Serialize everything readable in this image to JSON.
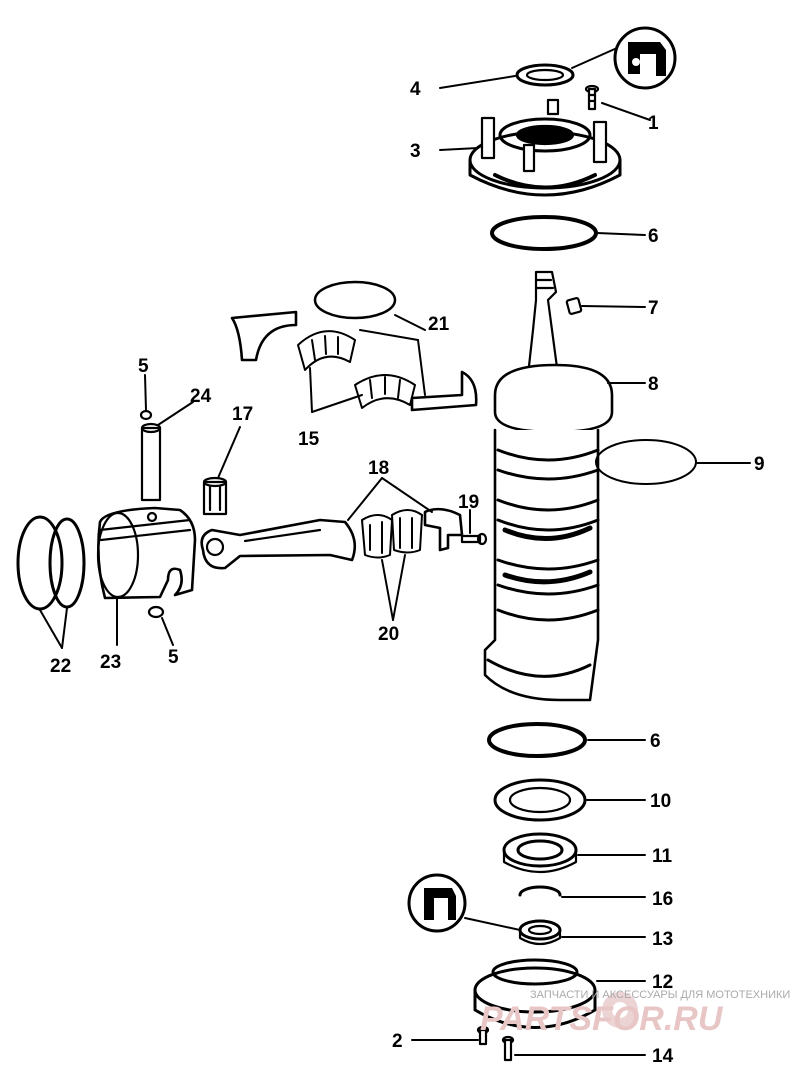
{
  "callouts": {
    "n1": "1",
    "n2": "2",
    "n3": "3",
    "n4": "4",
    "n5a": "5",
    "n5b": "5",
    "n6a": "6",
    "n6b": "6",
    "n7": "7",
    "n8": "8",
    "n9": "9",
    "n10": "10",
    "n11": "11",
    "n12": "12",
    "n13": "13",
    "n14": "14",
    "n15": "15",
    "n16": "16",
    "n17": "17",
    "n18": "18",
    "n19": "19",
    "n20": "20",
    "n21": "21",
    "n22": "22",
    "n23": "23",
    "n24": "24"
  },
  "watermark": {
    "tagline": "ЗАПЧАСТИ И АКСЕССУАРЫ ДЛЯ МОТОТЕХНИКИ",
    "logo": "PARTSFOR.RU"
  },
  "colors": {
    "ink": "#000000",
    "watermark": "#e8c6c6"
  }
}
